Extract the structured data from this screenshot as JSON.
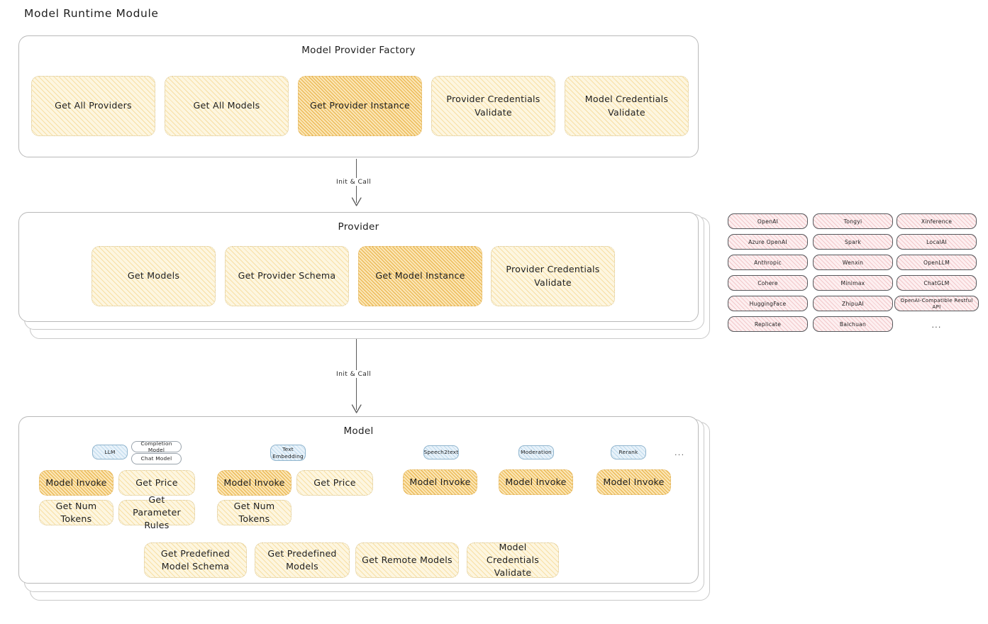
{
  "page": {
    "title": "Model Runtime Module"
  },
  "factory": {
    "title": "Model Provider Factory",
    "nodes": [
      {
        "label": "Get All Providers",
        "highlighted": false
      },
      {
        "label": "Get All Models",
        "highlighted": false
      },
      {
        "label": "Get Provider Instance",
        "highlighted": true
      },
      {
        "label": "Provider Credentials Validate",
        "highlighted": false
      },
      {
        "label": "Model Credentials Validate",
        "highlighted": false
      }
    ]
  },
  "arrows": [
    {
      "label": "Init & Call",
      "from": "Model Provider Factory",
      "to": "Provider"
    },
    {
      "label": "Init & Call",
      "from": "Provider",
      "to": "Model"
    }
  ],
  "provider": {
    "title": "Provider",
    "nodes": [
      {
        "label": "Get Models",
        "highlighted": false
      },
      {
        "label": "Get Provider Schema",
        "highlighted": false
      },
      {
        "label": "Get Model Instance",
        "highlighted": true
      },
      {
        "label": "Provider Credentials Validate",
        "highlighted": false
      }
    ]
  },
  "provider_list": {
    "ellipsis": "...",
    "columns": [
      {
        "items": [
          "OpenAI",
          "Azure OpenAI",
          "Anthropic",
          "Cohere",
          "HuggingFace",
          "Replicate"
        ]
      },
      {
        "items": [
          "Tongyi",
          "Spark",
          "Wenxin",
          "Minimax",
          "ZhipuAI",
          "Baichuan"
        ]
      },
      {
        "items": [
          "Xinference",
          "LocalAI",
          "OpenLLM",
          "ChatGLM",
          "OpenAI-Compatible Restful API"
        ]
      }
    ]
  },
  "model": {
    "title": "Model",
    "ellipsis": "...",
    "types": [
      {
        "name": "LLM",
        "accent": "blue",
        "subtypes": [
          "Completion Model",
          "Chat Model"
        ],
        "nodes": [
          {
            "label": "Model Invoke",
            "highlighted": true
          },
          {
            "label": "Get Price",
            "highlighted": false
          },
          {
            "label": "Get Num Tokens",
            "highlighted": false
          },
          {
            "label": "Get Parameter Rules",
            "highlighted": false
          }
        ]
      },
      {
        "name": "Text Embedding",
        "accent": "blue",
        "subtypes": [],
        "nodes": [
          {
            "label": "Model Invoke",
            "highlighted": true
          },
          {
            "label": "Get Price",
            "highlighted": false
          },
          {
            "label": "Get Num Tokens",
            "highlighted": false
          }
        ]
      },
      {
        "name": "Speech2text",
        "accent": "blue",
        "subtypes": [],
        "nodes": [
          {
            "label": "Model Invoke",
            "highlighted": true
          }
        ]
      },
      {
        "name": "Moderation",
        "accent": "blue",
        "subtypes": [],
        "nodes": [
          {
            "label": "Model Invoke",
            "highlighted": true
          }
        ]
      },
      {
        "name": "Rerank",
        "accent": "blue",
        "subtypes": [],
        "nodes": [
          {
            "label": "Model Invoke",
            "highlighted": true
          }
        ]
      }
    ],
    "shared_nodes": [
      {
        "label": "Get Predefined Model Schema"
      },
      {
        "label": "Get Predefined Models"
      },
      {
        "label": "Get Remote Models"
      },
      {
        "label": "Model Credentials Validate"
      }
    ]
  }
}
